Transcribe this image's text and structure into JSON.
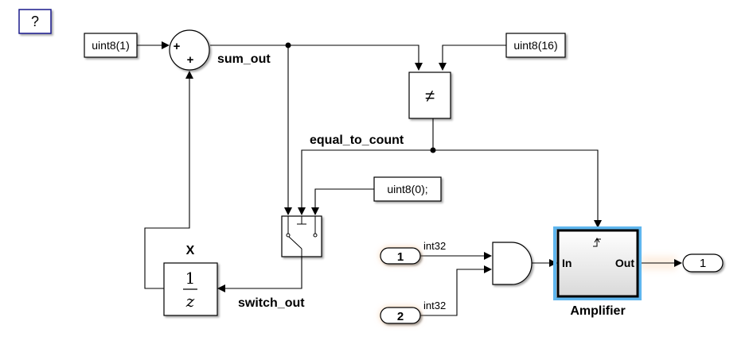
{
  "help_button": {
    "label": "?"
  },
  "blocks": {
    "const_one": {
      "label": "uint8(1)"
    },
    "const_sixteen": {
      "label": "uint8(16)"
    },
    "const_zero": {
      "label": "uint8(0);"
    },
    "sum": {
      "sign1": "+",
      "sign2": "+"
    },
    "compare": {
      "symbol": "≠"
    },
    "unit_delay": {
      "numerator": "1",
      "denominator": "z",
      "name": "X"
    },
    "inport1": {
      "label": "1",
      "type": "int32"
    },
    "inport2": {
      "label": "2",
      "type": "int32"
    },
    "amplifier": {
      "name": "Amplifier",
      "in_port": "In",
      "out_port": "Out",
      "trigger_symbol": "rising-edge-icon"
    },
    "outport1": {
      "label": "1"
    }
  },
  "signals": {
    "sum_out": "sum_out",
    "equal_to_count": "equal_to_count",
    "switch_out": "switch_out"
  },
  "colors": {
    "selection": "#5fb6ee",
    "port_glow": "#f7c9a0",
    "help_border": "#1a1a8c"
  }
}
